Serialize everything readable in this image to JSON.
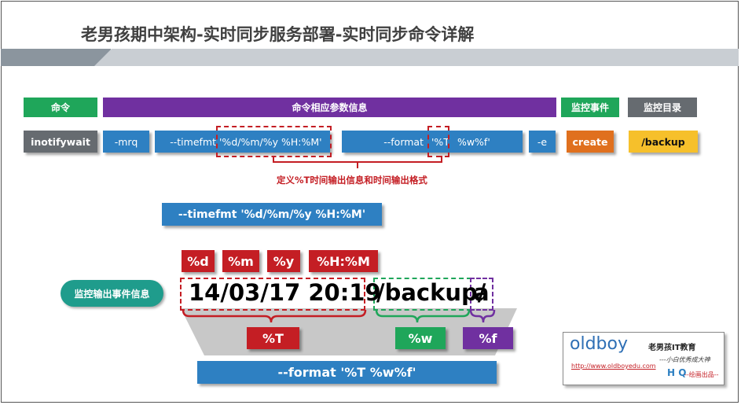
{
  "title": "老男孩期中架构-实时同步服务部署-实时同步命令详解",
  "headers": {
    "command": "命令",
    "params": "命令相应参数信息",
    "event": "监控事件",
    "dir": "监控目录"
  },
  "command_row": {
    "cmd": "inotifywait",
    "mrq": "-mrq",
    "timefmt_flag": "--timefmt",
    "timefmt_value": "'%d/%m/%y %H:%M'",
    "format_flag": "--format",
    "format_value_T": "'%T",
    "format_value_rest": "%w%f'",
    "e_flag": "-e",
    "event": "create",
    "dir": "/backup"
  },
  "note": "定义%T时间输出信息和时间输出格式",
  "timefmt_box": "--timefmt '%d/%m/%y %H:%M'",
  "tokens": [
    "%d",
    "%m",
    "%y",
    "%H:%M"
  ],
  "pill": "监控输出事件信息",
  "output": {
    "time": "14/03/17  20:19",
    "path": "/backup/",
    "file": "a"
  },
  "format_tokens": {
    "T": "%T",
    "w": "%w",
    "f": "%f"
  },
  "format_box": "--format '%T %w%f'",
  "logo": {
    "brand": "oldboy",
    "cn": "老男孩IT教育",
    "slogan": "---小白优秀成大神",
    "url": "http://www.oldboyedu.com",
    "sign": "H Q",
    "credit": "--绘画出品--"
  },
  "colors": {
    "blue": "#2e80c2",
    "red": "#c41e24",
    "green": "#1fa65a",
    "purple": "#7030a0",
    "grey": "#666b70",
    "orange": "#e0701e",
    "yellow": "#f6c02b",
    "teal": "#1f9c8c"
  }
}
